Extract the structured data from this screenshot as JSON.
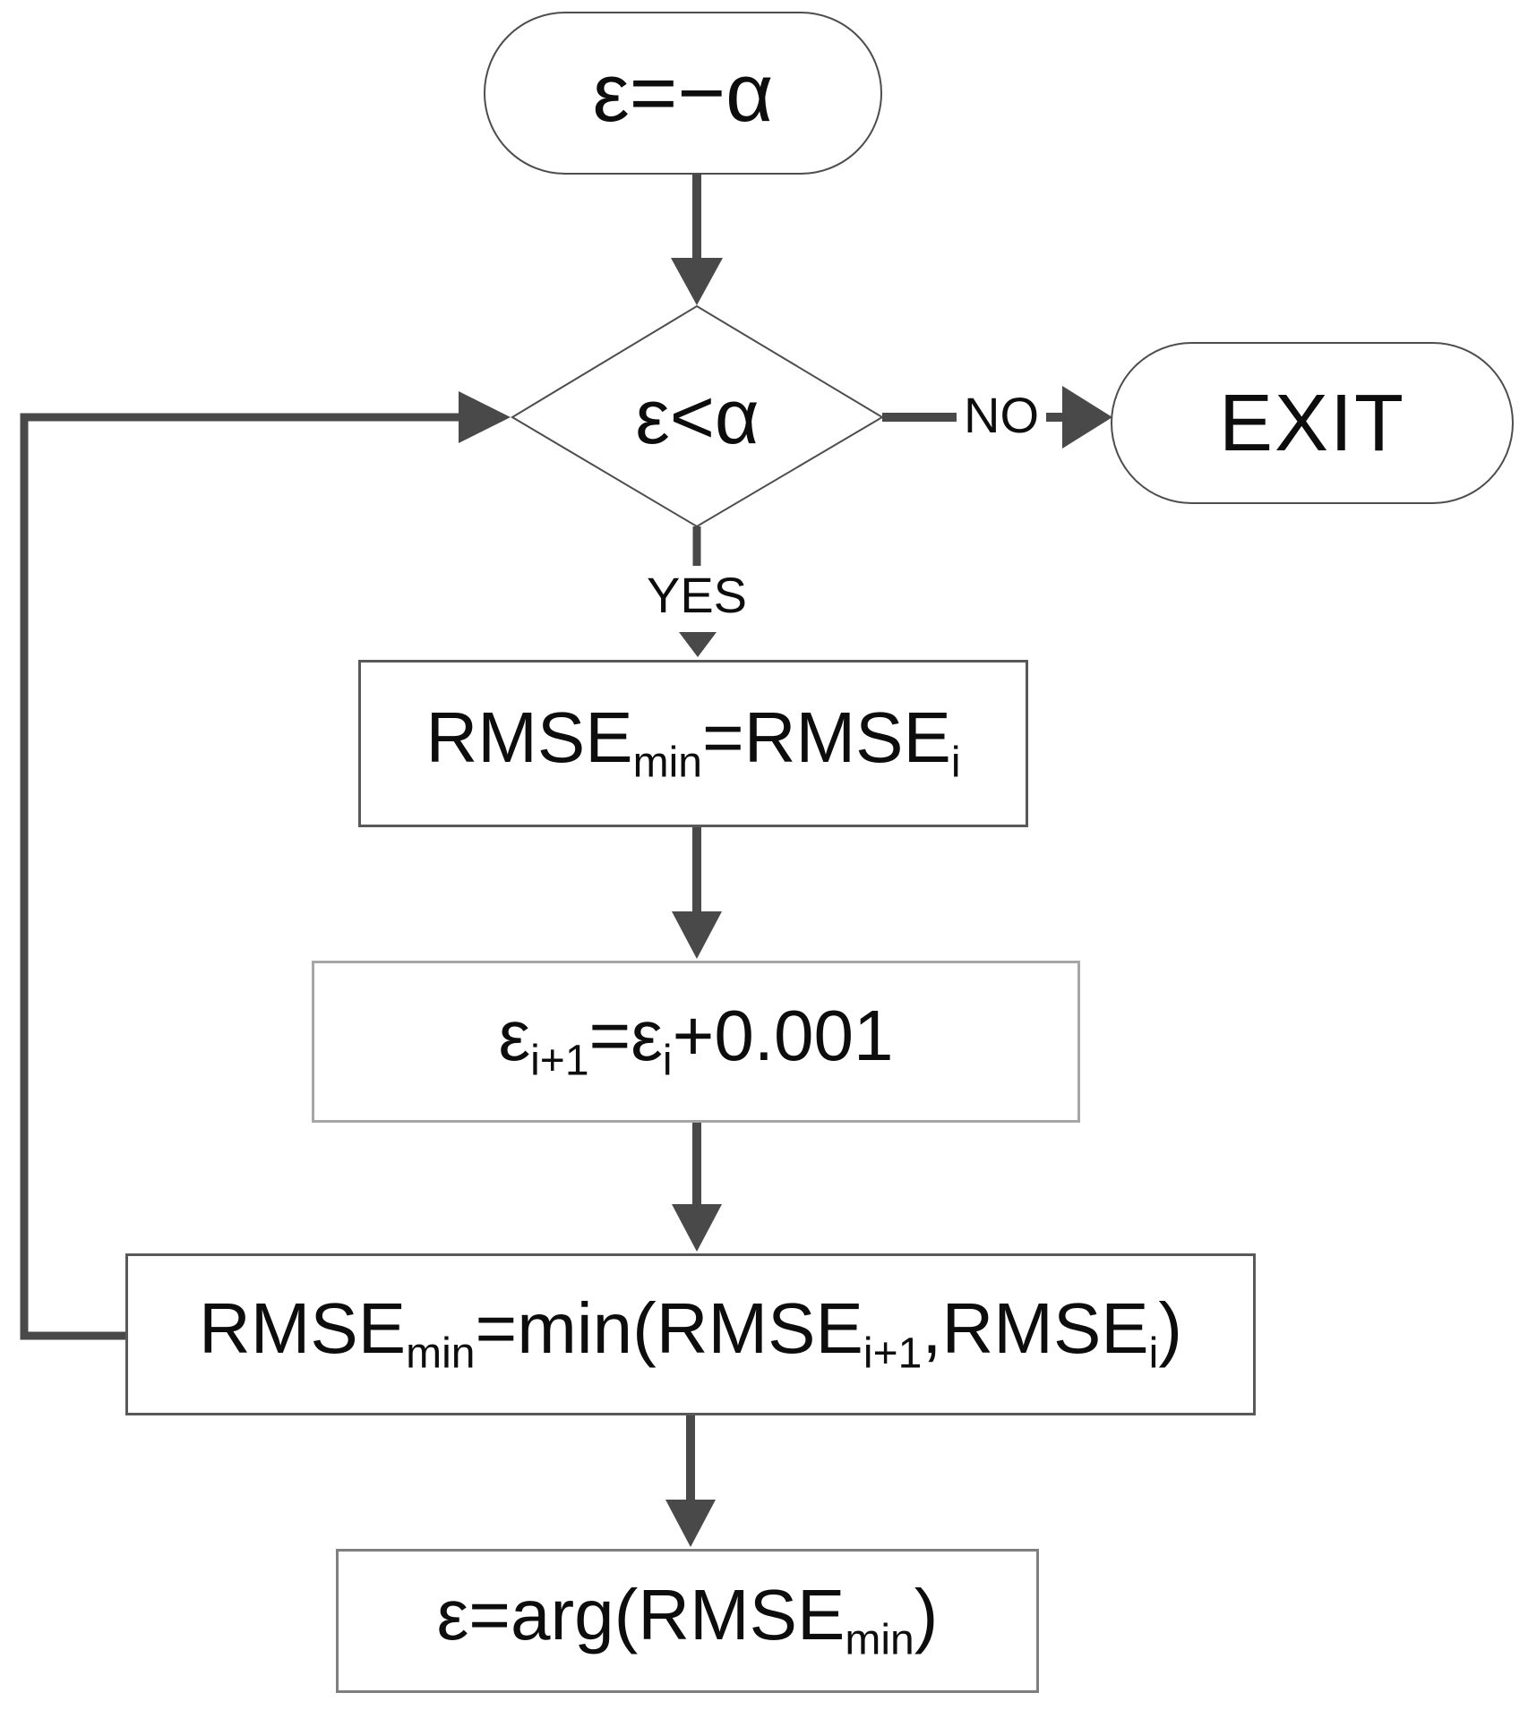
{
  "colors": {
    "connector": "#494949",
    "shape_border": "#4d4d4d",
    "rect_border_dark": "#595959",
    "rect_border_light": "#a6a6a6",
    "rect_border_medium": "#7f7f7f",
    "text": "#0d0d0d",
    "background": "#ffffff"
  },
  "nodes": {
    "start": {
      "shape": "terminator",
      "parts": [
        {
          "text": "ε=−α"
        }
      ]
    },
    "decision": {
      "shape": "diamond",
      "parts": [
        {
          "text": "ε<α"
        }
      ]
    },
    "exit": {
      "shape": "terminator",
      "parts": [
        {
          "text": "EXIT"
        }
      ]
    },
    "rmse_init": {
      "shape": "process",
      "parts": [
        {
          "text": "RMSE"
        },
        {
          "text": "min",
          "sub": true
        },
        {
          "text": "=RMSE"
        },
        {
          "text": "i",
          "sub": true
        }
      ]
    },
    "epsilon_increment": {
      "shape": "process",
      "parts": [
        {
          "text": "ε"
        },
        {
          "text": "i+1",
          "sub": true
        },
        {
          "text": "=ε"
        },
        {
          "text": "i",
          "sub": true
        },
        {
          "text": "+0.001"
        }
      ]
    },
    "rmse_min": {
      "shape": "process",
      "parts": [
        {
          "text": "RMSE"
        },
        {
          "text": "min",
          "sub": true
        },
        {
          "text": "=min(RMSE"
        },
        {
          "text": "i+1",
          "sub": true
        },
        {
          "text": ",RMSE"
        },
        {
          "text": "i",
          "sub": true
        },
        {
          "text": ")"
        }
      ]
    },
    "epsilon_arg": {
      "shape": "process",
      "parts": [
        {
          "text": "ε=arg(RMSE"
        },
        {
          "text": "min",
          "sub": true
        },
        {
          "text": ")"
        }
      ]
    }
  },
  "edges": {
    "yes_label": "YES",
    "no_label": "NO"
  }
}
